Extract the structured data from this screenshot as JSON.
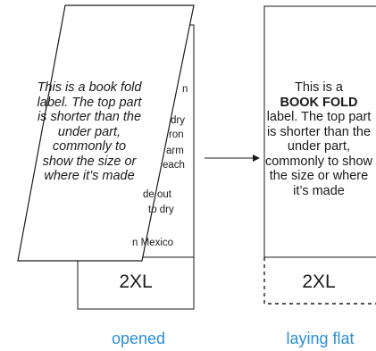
{
  "opened": {
    "under_lines": [
      "n",
      "dry",
      "ron",
      "arm",
      "each",
      "de out",
      "to dry",
      "n Mexico"
    ],
    "flap_text": "This is a book fold label.  The top part is shorter than the under part, commonly to show the size or where it’s made",
    "size": "2XL"
  },
  "flat": {
    "text_before": "This is a",
    "text_bold": "BOOK FOLD",
    "text_after": "label.  The top part is shorter than the under part, commonly to show the size or where it’s made",
    "size": "2XL"
  },
  "captions": {
    "opened": "opened",
    "flat": "laying flat"
  },
  "colors": {
    "line": "#1a1a1a",
    "caption": "#2b8fd8"
  }
}
